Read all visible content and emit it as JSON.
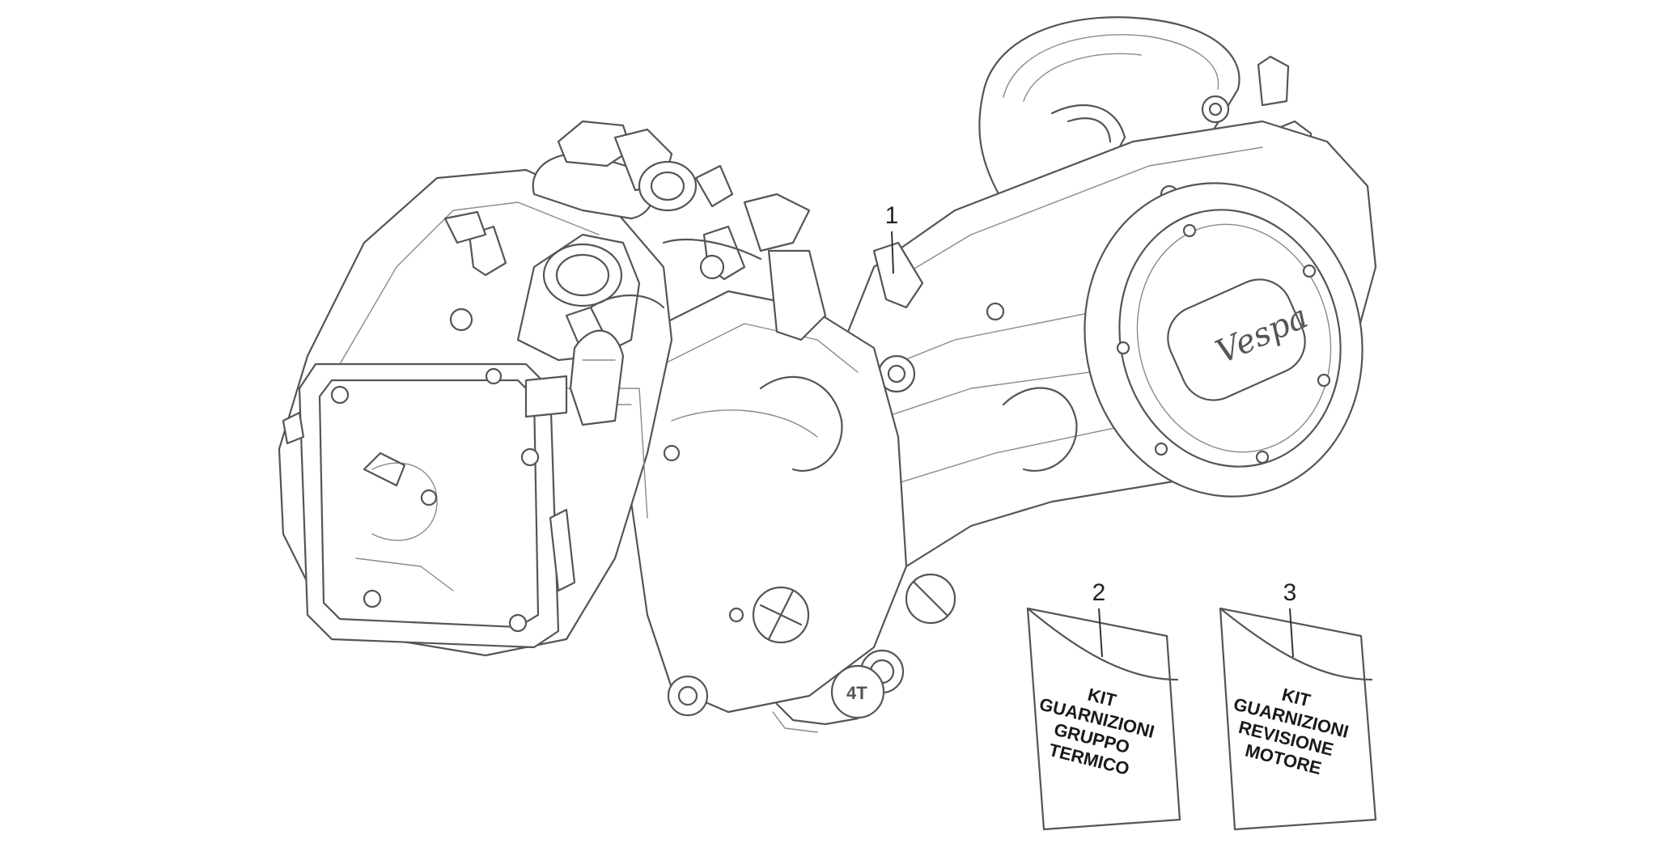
{
  "callouts": [
    {
      "number": "1"
    },
    {
      "number": "2"
    },
    {
      "number": "3"
    }
  ],
  "kits": [
    {
      "lines": [
        "KIT",
        "GUARNIZIONI",
        "GRUPPO",
        "TERMICO"
      ]
    },
    {
      "lines": [
        "KIT",
        "GUARNIZIONI",
        "REVISIONE",
        "MOTORE"
      ]
    }
  ],
  "engine": {
    "logo_text": "Vespa",
    "badge_text": "4T"
  }
}
